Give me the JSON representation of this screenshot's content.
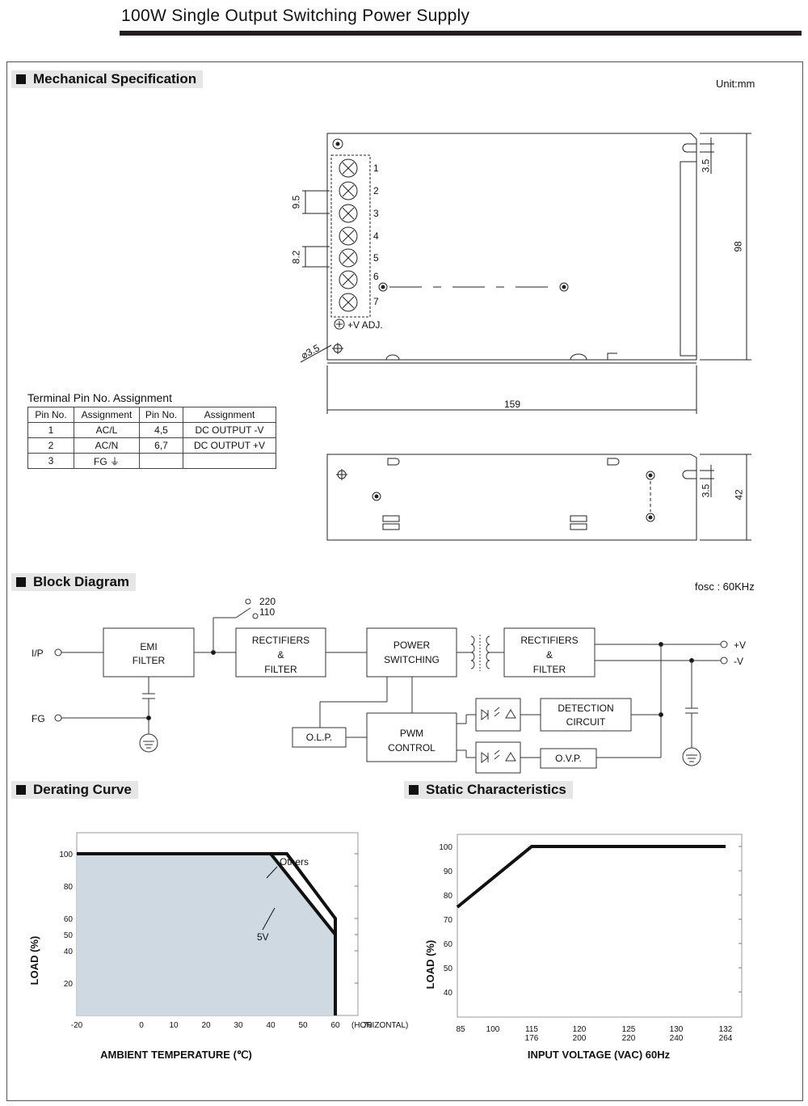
{
  "header": {
    "title": "100W Single Output Switching Power Supply"
  },
  "mechanical": {
    "section_label": "Mechanical Specification",
    "unit": "Unit:mm",
    "pin_labels": [
      "1",
      "2",
      "3",
      "4",
      "5",
      "6",
      "7"
    ],
    "adj_label": "+V ADJ.",
    "dim_9_5": "9.5",
    "dim_8_2": "8.2",
    "dim_hole": "3.5",
    "dim_159": "159",
    "dim_98": "98",
    "dim_3_5_top": "3.5",
    "dim_3_5_side": "3.5",
    "dim_42": "42"
  },
  "terminal_table": {
    "title": "Terminal Pin No.  Assignment",
    "headers": [
      "Pin No.",
      "Assignment",
      "Pin No.",
      "Assignment"
    ],
    "rows": [
      [
        "1",
        "AC/L",
        "4,5",
        "DC OUTPUT -V"
      ],
      [
        "2",
        "AC/N",
        "6,7",
        "DC OUTPUT +V"
      ],
      [
        "3",
        "FG ⏚",
        "",
        ""
      ]
    ]
  },
  "block_diagram": {
    "section_label": "Block Diagram",
    "fosc": "fosc : 60KHz",
    "ip": "I/P",
    "fg": "FG",
    "sw_220": "220",
    "sw_110": "110",
    "emi": [
      "EMI",
      "FILTER"
    ],
    "rect1": [
      "RECTIFIERS",
      "&",
      "FILTER"
    ],
    "power": [
      "POWER",
      "SWITCHING"
    ],
    "rect2": [
      "RECTIFIERS",
      "&",
      "FILTER"
    ],
    "pos": "+V",
    "neg": "-V",
    "detection": [
      "DETECTION",
      "CIRCUIT"
    ],
    "olp": "O.L.P.",
    "pwm": [
      "PWM",
      "CONTROL"
    ],
    "ovp": "O.V.P."
  },
  "derating": {
    "section_label": "Derating Curve",
    "chart_data": {
      "type": "line",
      "ylabel": "LOAD (%)",
      "xlabel": "AMBIENT TEMPERATURE (℃)",
      "x_suffix": "(HORIZONTAL)",
      "xticks": [
        "-20",
        "0",
        "10",
        "20",
        "30",
        "40",
        "50",
        "60",
        "70"
      ],
      "yticks": [
        "100",
        "80",
        "60",
        "50",
        "40",
        "20"
      ],
      "series": [
        {
          "name": "Others",
          "x": [
            -20,
            45,
            60,
            60
          ],
          "y": [
            100,
            100,
            60,
            0
          ]
        },
        {
          "name": "5V",
          "x": [
            -20,
            40,
            60,
            60
          ],
          "y": [
            100,
            100,
            50,
            0
          ]
        }
      ],
      "fill_color": "#cfd9e2"
    }
  },
  "static": {
    "section_label": "Static Characteristics",
    "chart_data": {
      "type": "line",
      "ylabel": "LOAD (%)",
      "xlabel": "INPUT VOLTAGE (VAC) 60Hz",
      "xticks": [
        [
          "85",
          ""
        ],
        [
          "100",
          ""
        ],
        [
          "115",
          "176"
        ],
        [
          "120",
          "200"
        ],
        [
          "125",
          "220"
        ],
        [
          "130",
          "240"
        ],
        [
          "132",
          "264"
        ]
      ],
      "yticks": [
        "100",
        "90",
        "80",
        "70",
        "60",
        "50",
        "40"
      ],
      "series": [
        {
          "x": [
            85,
            115,
            132
          ],
          "y": [
            75,
            100,
            100
          ]
        }
      ]
    }
  }
}
